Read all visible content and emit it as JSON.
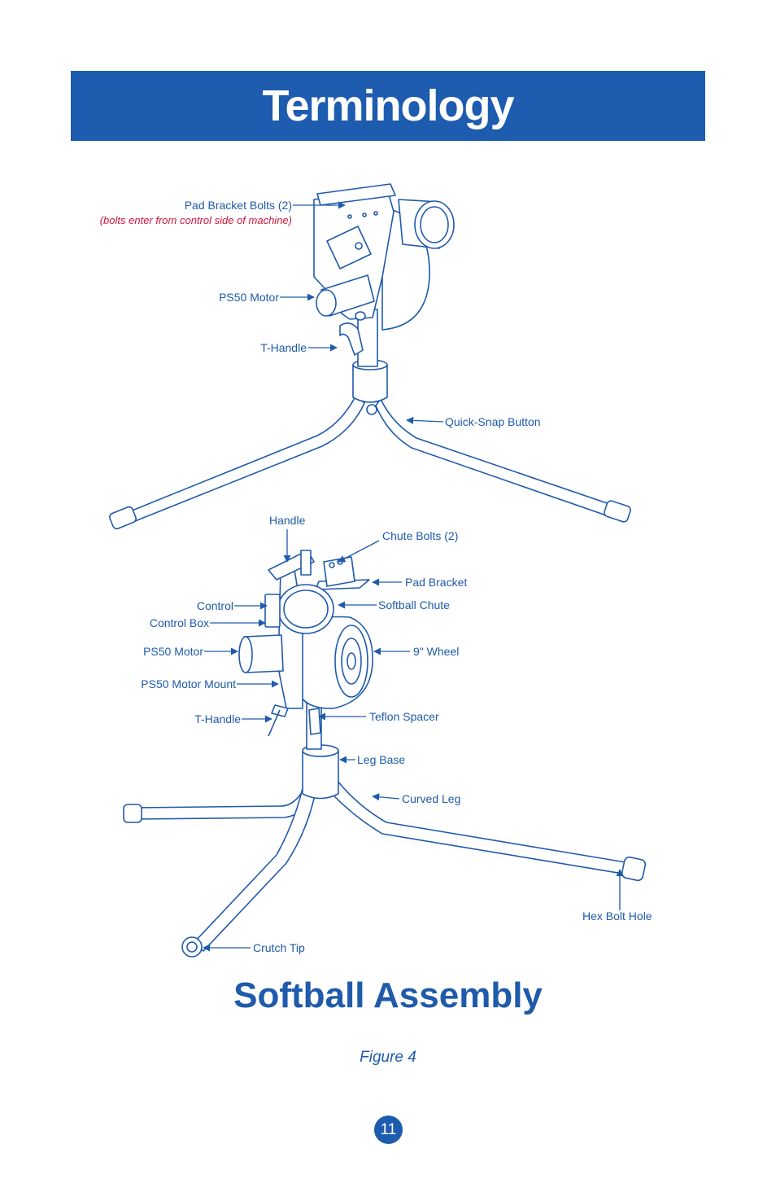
{
  "header": {
    "title": "Terminology"
  },
  "top_diagram": {
    "labels": {
      "pad_bracket_bolts": "Pad Bracket Bolts (2)",
      "pad_bracket_note": "(bolts enter from control side of machine)",
      "ps50_motor": "PS50 Motor",
      "t_handle": "T-Handle",
      "quick_snap_button": "Quick-Snap Button"
    }
  },
  "bottom_diagram": {
    "labels": {
      "handle": "Handle",
      "chute_bolts": "Chute Bolts (2)",
      "pad_bracket": "Pad Bracket",
      "control": "Control",
      "softball_chute": "Softball Chute",
      "control_box": "Control Box",
      "ps50_motor": "PS50 Motor",
      "wheel": "9\" Wheel",
      "ps50_motor_mount": "PS50 Motor Mount",
      "t_handle": "T-Handle",
      "teflon_spacer": "Teflon Spacer",
      "leg_base": "Leg Base",
      "curved_leg": "Curved Leg",
      "hex_bolt_hole": "Hex Bolt Hole",
      "crutch_tip": "Crutch Tip"
    }
  },
  "section_title": "Softball Assembly",
  "figure_caption": "Figure 4",
  "page_number": "11",
  "colors": {
    "brand_blue": "#1d5cae",
    "note_red": "#d2143a"
  }
}
